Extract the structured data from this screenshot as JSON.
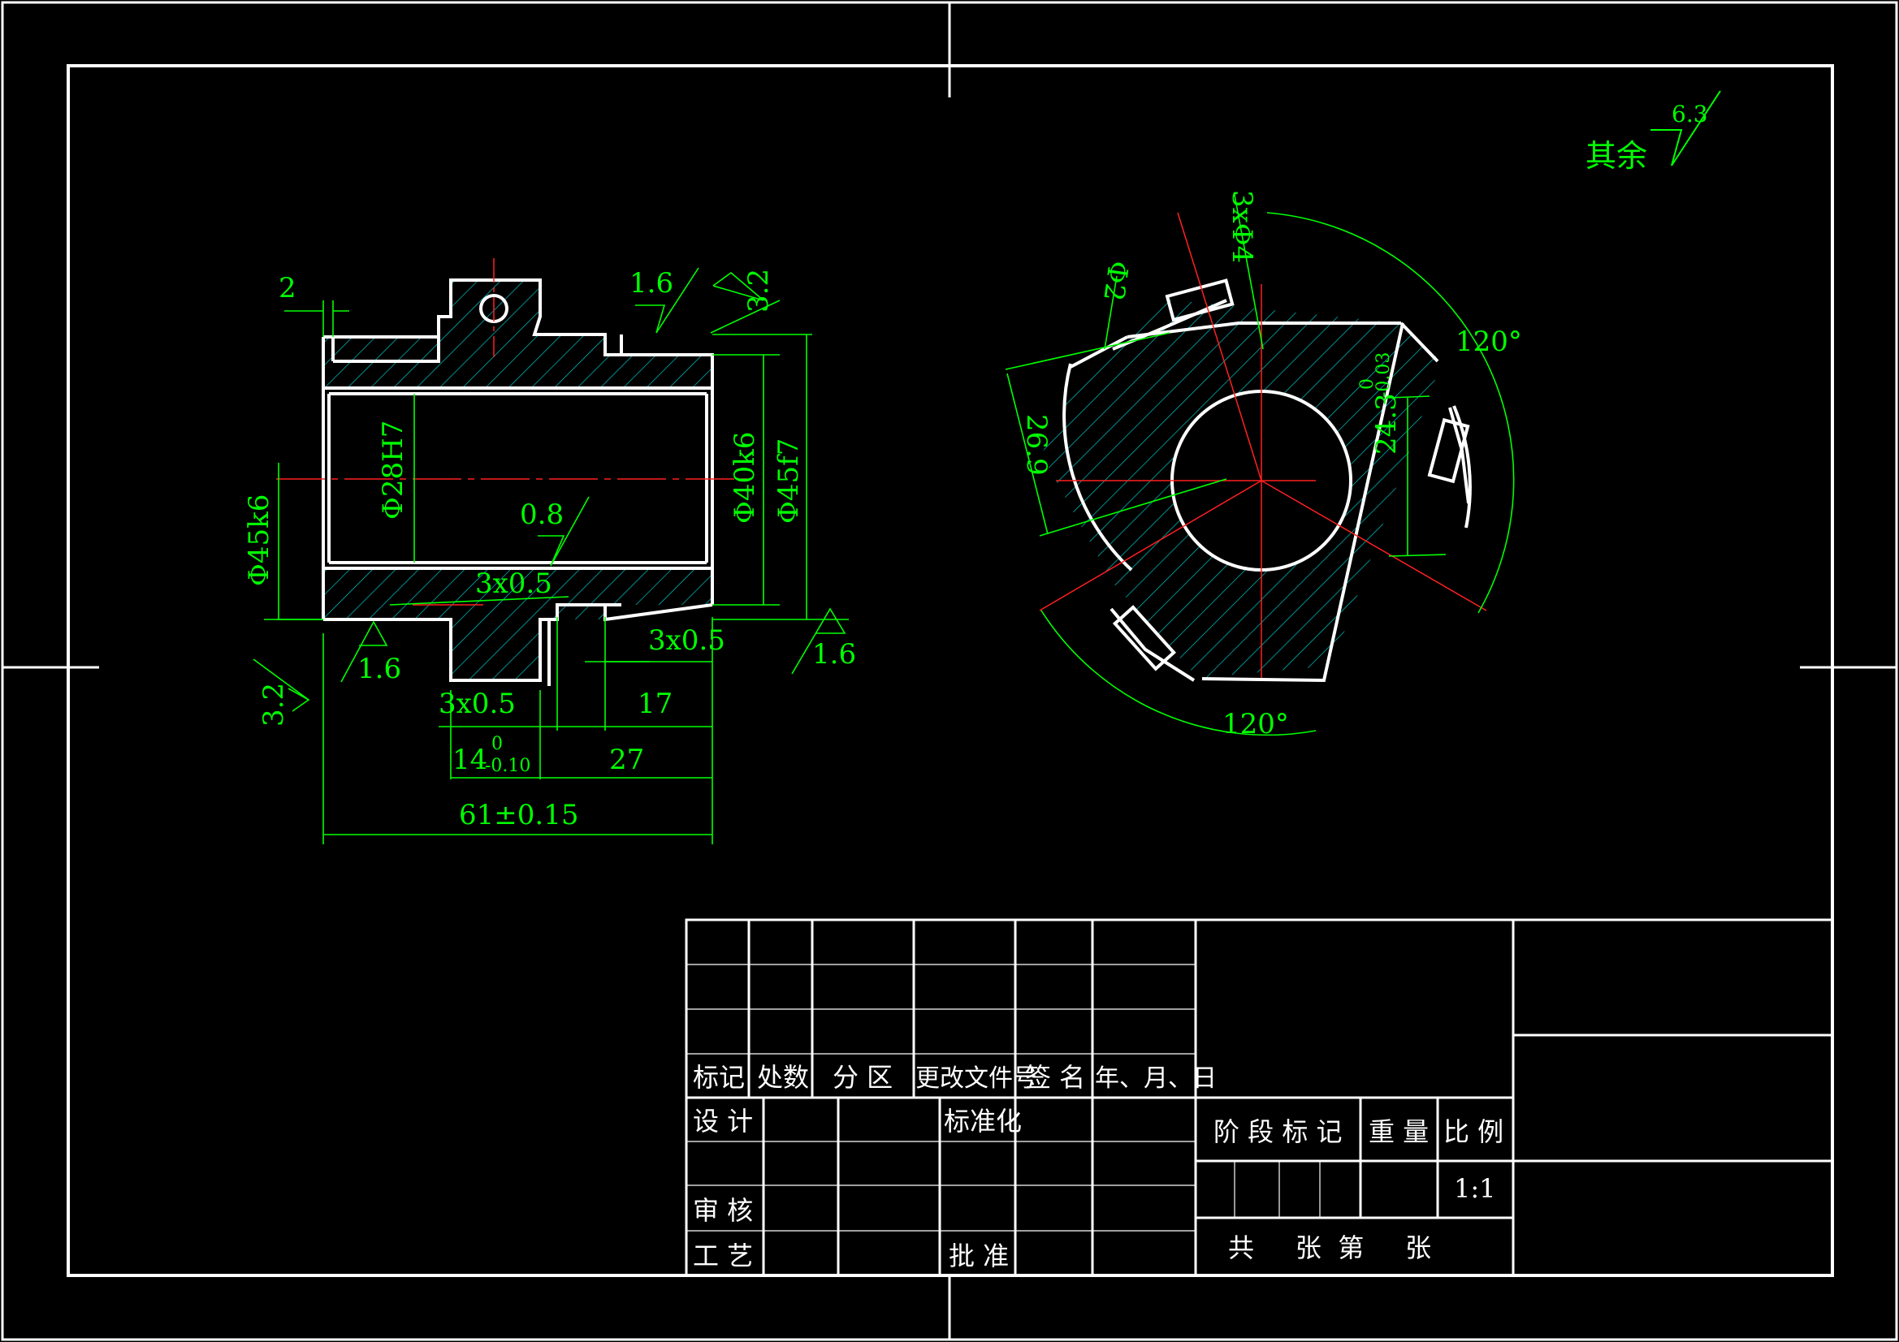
{
  "colors": {
    "background": "#000000",
    "outline": "#ffffff",
    "dimension": "#00ff00",
    "centerline": "#ff2020",
    "hatch": "#00c8c8"
  },
  "roughness_general": {
    "label": "其余",
    "value": "6.3"
  },
  "side_view": {
    "dim_2": "2",
    "ra_top_1": "1.6",
    "ra_top_2": "3.2",
    "phi28": "Φ28H7",
    "phi40": "Φ40k6",
    "phi45f7": "Φ45f7",
    "phi45k6": "Φ45k6",
    "ra_bore": "0.8",
    "groove_inner": "3x0.5",
    "groove_right": "3x0.5",
    "ra_bottom_right": "1.6",
    "ra_bottom_left_1": "1.6",
    "ra_bottom_left_2": "3.2",
    "groove_left": "3x0.5",
    "dim_17": "17",
    "dim_14": "14",
    "dim_14_tol_upper": "0",
    "dim_14_tol_lower": "-0.10",
    "dim_27": "27",
    "dim_61": "61±0.15"
  },
  "end_view": {
    "holes": "3xΦ4",
    "phi2": "Φ2",
    "dim_26_9": "26.9",
    "dim_24_3": "24.3",
    "dim_24_3_tol_upper": "0",
    "dim_24_3_tol_lower": "-0.03",
    "angle_right": "120°",
    "angle_bottom": "120°"
  },
  "title_block": {
    "rev_headers": [
      "标记",
      "处数",
      "分 区",
      "更改文件号",
      "签 名",
      "年、月、日"
    ],
    "design": "设 计",
    "standardize": "标准化",
    "review": "审 核",
    "process": "工 艺",
    "approve": "批 准",
    "stage_mark": "阶 段 标 记",
    "weight": "重 量",
    "scale_label": "比 例",
    "scale_value": "1:1",
    "sheets": "共     张  第     张"
  }
}
